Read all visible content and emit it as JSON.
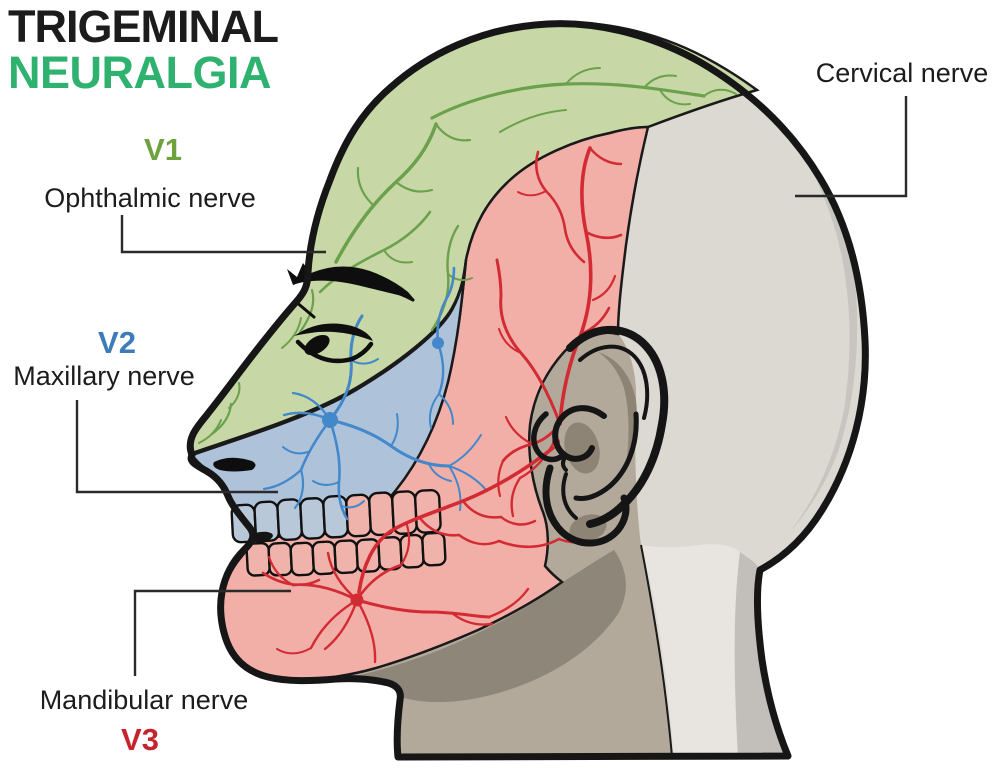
{
  "title": {
    "line1": "TRIGEMINAL",
    "line2": "NEURALGIA"
  },
  "labels": {
    "v1": {
      "abbr": "V1",
      "name": "Ophthalmic nerve"
    },
    "v2": {
      "abbr": "V2",
      "name": "Maxillary nerve"
    },
    "v3": {
      "abbr": "V3",
      "name": "Mandibular nerve"
    },
    "cervical": {
      "name": "Cervical nerve"
    }
  },
  "colors": {
    "title_text": "#1c1c1c",
    "title_accent": "#2fb170",
    "v1_fill": "#c7d8a6",
    "v1_nerve": "#6ba04c",
    "v1_label": "#6da23f",
    "v2_fill": "#aec3da",
    "v2_nerve": "#4388ca",
    "v2_label": "#3d7cb8",
    "v3_fill": "#f2afa8",
    "v3_nerve": "#d32b33",
    "v3_label": "#c6242c",
    "head_gray": "#dcd9d3",
    "neck_taupe": "#b2a99b",
    "jaw_shadow": "#8e8779",
    "neck_light_band": "#e8e5e0",
    "neck_med_band": "#c2bfba",
    "back_sliver": "#c8c5c0",
    "ear_shadow": "#8d8476",
    "tooth_blue": "#b8c8d8",
    "tooth_pink": "#f0b3ab",
    "outline": "#161616"
  }
}
